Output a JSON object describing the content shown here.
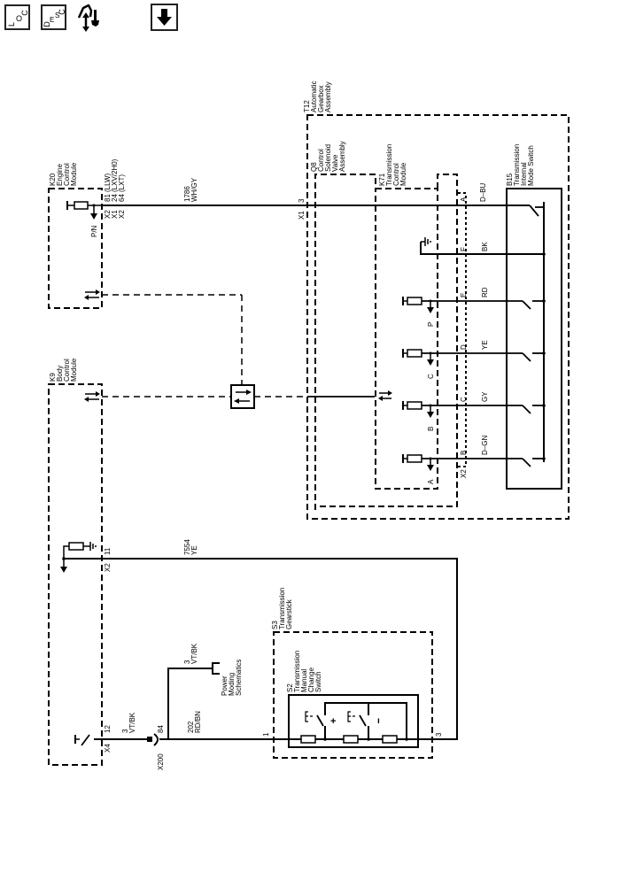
{
  "toolbar": {
    "loc_button": {
      "letters": [
        "L",
        "O",
        "C"
      ],
      "icon": "location-view-icon"
    },
    "desc_button": {
      "letters": [
        "D",
        "E",
        "S",
        "C"
      ],
      "icon": "description-view-icon"
    },
    "connector_tool": {
      "icon": "connector-info-icon"
    },
    "download_button": {
      "icon": "down-arrow-icon",
      "glyph": "⬇"
    }
  },
  "diagram": {
    "components": {
      "k20": {
        "id": "K20",
        "lines": [
          "Engine",
          "Control",
          "Module"
        ]
      },
      "k9": {
        "id": "K9",
        "lines": [
          "Body",
          "Control",
          "Module"
        ]
      },
      "t12": {
        "id": "T12",
        "lines": [
          "Automatic",
          "Gearbox",
          "Assembly"
        ]
      },
      "q8": {
        "id": "Q8",
        "lines": [
          "Control",
          "Solenoid",
          "Valve",
          "Assembly"
        ]
      },
      "k71": {
        "id": "K71",
        "lines": [
          "Transmission",
          "Control",
          "Module"
        ]
      },
      "b15": {
        "id": "B15",
        "lines": [
          "Transmission",
          "Internal",
          "Mode Switch"
        ]
      },
      "s3": {
        "id": "S3",
        "lines": [
          "Transmission",
          "Gearstick"
        ]
      },
      "s2": {
        "id": "S2",
        "lines": [
          "Transmission",
          "Manual",
          "Change",
          "Switch"
        ]
      },
      "power_moding": {
        "lines": [
          "Power",
          "Moding",
          "Schematics"
        ]
      }
    },
    "k20_pins": [
      {
        "connector": "X2",
        "pin": "81",
        "variant": "(LLW)"
      },
      {
        "connector": "X1",
        "pin": "24",
        "variant": "(LXV/2H0)"
      },
      {
        "connector": "X2",
        "pin": "64",
        "variant": "(LXT)"
      }
    ],
    "k20_signal_label": "P/N",
    "wire_1786": {
      "circuit": "1786",
      "color": "WH/GY"
    },
    "t12_connector": {
      "connector": "X1",
      "pin": "3"
    },
    "b15_connector": "X2",
    "b15_pins": [
      {
        "pin": "A",
        "color": "D–BU"
      },
      {
        "pin": "F",
        "color": "BK"
      },
      {
        "pin": "E",
        "color": "RD"
      },
      {
        "pin": "D",
        "color": "YE"
      },
      {
        "pin": "C",
        "color": "GY"
      },
      {
        "pin": "B",
        "color": "D–GN"
      }
    ],
    "k71_inputs": [
      "P",
      "C",
      "B",
      "A"
    ],
    "k9_x2": {
      "connector": "X2",
      "pin": "11"
    },
    "wire_7554": {
      "circuit": "7554",
      "color": "YE"
    },
    "k9_x4": {
      "connector": "X4",
      "pin": "12"
    },
    "wire_3_left": {
      "circuit": "3",
      "color": "VT/BK"
    },
    "x200": {
      "connector": "X200",
      "pin": "84"
    },
    "wire_3_up": {
      "circuit": "3",
      "color": "VT/BK"
    },
    "wire_202": {
      "circuit": "202",
      "color": "RD/BN"
    },
    "s3_pin_left": "1",
    "s3_pin_right": "3",
    "s2_plus": "+",
    "s2_minus": "ı"
  }
}
